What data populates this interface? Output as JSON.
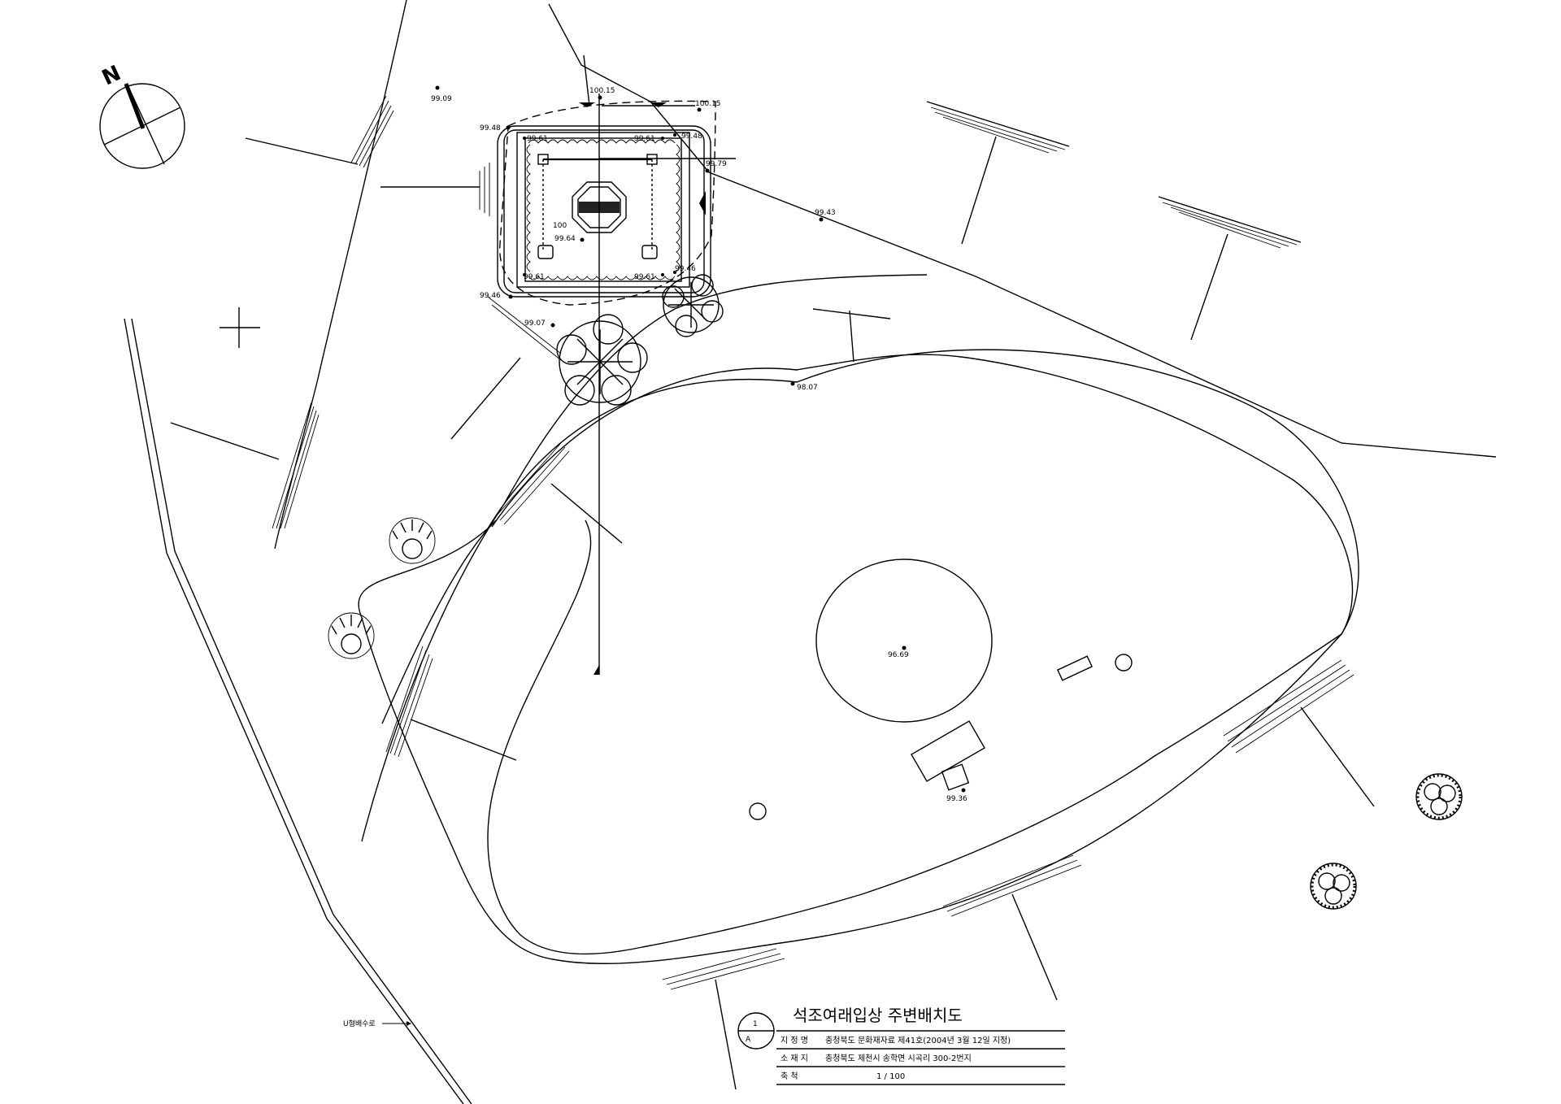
{
  "title_block": {
    "title": "석조여래입상 주변배치도",
    "rows": [
      {
        "label": "지 정 명",
        "value": "충청북도 문화재자료 제41호(2004년 3월 12일 지정)"
      },
      {
        "label": "소 재 지",
        "value": "충청북도 제천시 송학면 시곡리 300-2번지"
      },
      {
        "label": "축 척",
        "value": "1 / 100"
      }
    ]
  },
  "north_arrow": {
    "letter": "N"
  },
  "section_marker": {
    "top": "1",
    "bottom": "A"
  },
  "drain_label": "U형배수로",
  "elevations": {
    "e1": "99.09",
    "e2": "100.15",
    "e3": "100.15",
    "e4": "99.48",
    "e5": "99.61",
    "e6": "99.61",
    "e7": "99.48",
    "e8": "99.79",
    "e9": "99.43",
    "e10": "100",
    "e11": "99.64",
    "e12": "99.61",
    "e13": "99.61",
    "e14": "99.46",
    "e15": "99.46",
    "e16": "99.07",
    "e17": "98.07",
    "e18": "96.69",
    "e19": "99.36"
  }
}
